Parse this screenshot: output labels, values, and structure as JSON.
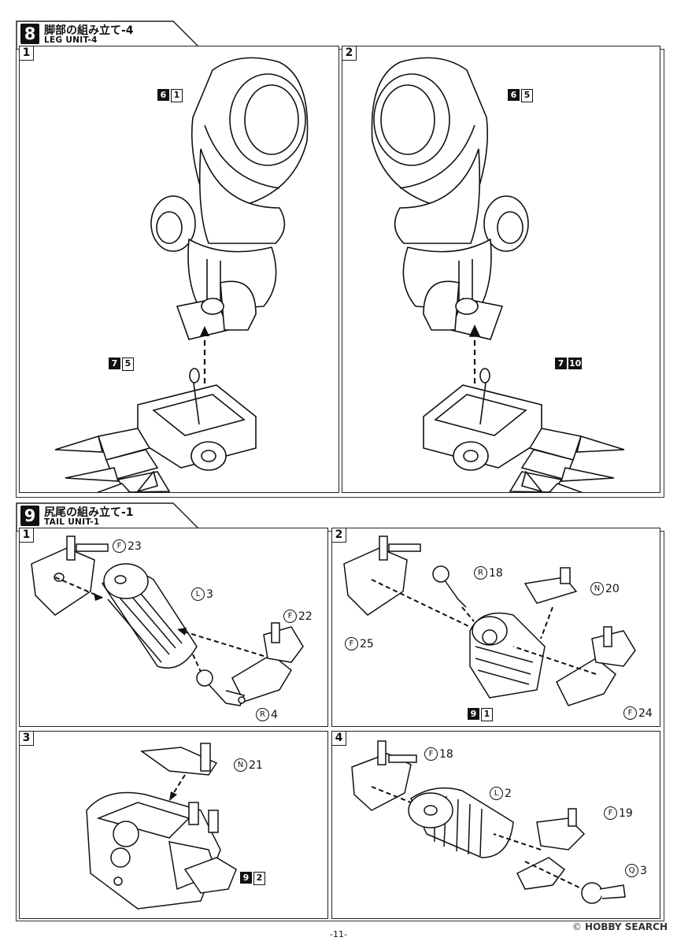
{
  "section8": {
    "number": "8",
    "title_jp": "脚部の組み立て-4",
    "title_en": "LEG UNIT-4",
    "steps": [
      {
        "step": "1",
        "refs": [
          {
            "a": "6",
            "b": "1"
          },
          {
            "a": "7",
            "b": "5"
          }
        ]
      },
      {
        "step": "2",
        "refs": [
          {
            "a": "6",
            "b": "5"
          },
          {
            "a": "7",
            "b": "10"
          }
        ]
      }
    ]
  },
  "section9": {
    "number": "9",
    "title_jp": "尻尾の組み立て-1",
    "title_en": "TAIL UNIT-1",
    "steps": [
      {
        "step": "1",
        "parts": [
          {
            "letter": "F",
            "num": "23"
          },
          {
            "letter": "L",
            "num": "3"
          },
          {
            "letter": "F",
            "num": "22"
          },
          {
            "letter": "R",
            "num": "4"
          }
        ]
      },
      {
        "step": "2",
        "parts": [
          {
            "letter": "R",
            "num": "18"
          },
          {
            "letter": "N",
            "num": "20"
          },
          {
            "letter": "F",
            "num": "25"
          },
          {
            "letter": "F",
            "num": "24"
          }
        ],
        "ref": {
          "a": "9",
          "b": "1"
        }
      },
      {
        "step": "3",
        "parts": [
          {
            "letter": "N",
            "num": "21"
          }
        ],
        "ref": {
          "a": "9",
          "b": "2"
        }
      },
      {
        "step": "4",
        "parts": [
          {
            "letter": "F",
            "num": "18"
          },
          {
            "letter": "L",
            "num": "2"
          },
          {
            "letter": "F",
            "num": "19"
          },
          {
            "letter": "Q",
            "num": "3"
          }
        ]
      }
    ]
  },
  "footer": {
    "page_number": "-11-"
  },
  "watermark": {
    "symbol": "©",
    "text": "HOBBY SEARCH"
  }
}
